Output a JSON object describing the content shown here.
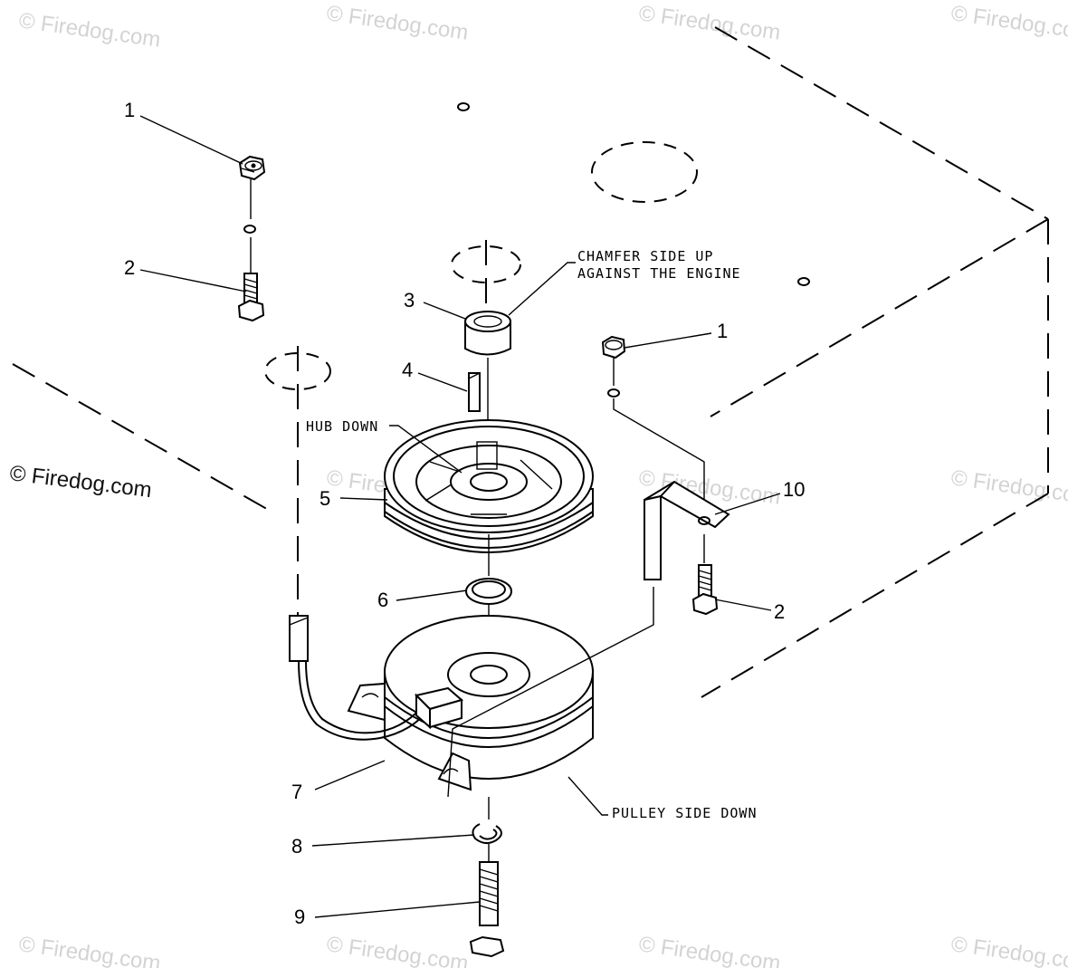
{
  "callouts": {
    "c1a": "1",
    "c2a": "2",
    "c3": "3",
    "c4": "4",
    "c5": "5",
    "c6": "6",
    "c7": "7",
    "c8": "8",
    "c9": "9",
    "c10": "10",
    "c1b": "1",
    "c2b": "2"
  },
  "notes": {
    "chamfer_line1": "CHAMFER SIDE UP",
    "chamfer_line2": "AGAINST THE ENGINE",
    "hub_down": "HUB DOWN",
    "pulley_side_down": "PULLEY SIDE DOWN"
  },
  "watermark": {
    "main": "© Firedog.com",
    "faint": "© Firedog.com"
  }
}
